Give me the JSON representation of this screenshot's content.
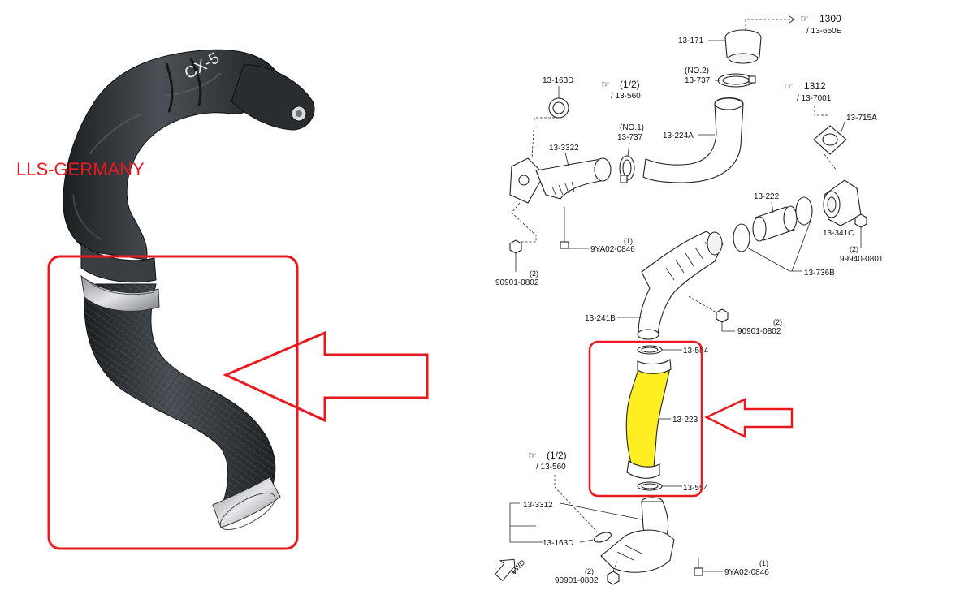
{
  "watermark": "LLS-GERMANY",
  "callouts": {
    "c1300": "1300",
    "c13650e": "/ 13-650E",
    "c1312": "1312",
    "c137001": "/ 13-7001",
    "c12a": "(1/2)",
    "c13560a": "/ 13-560",
    "c12b": "(1/2)",
    "c13560b": "/ 13-560"
  },
  "parts": {
    "p13171": "13-171",
    "p13737no2_a": "(NO.2)",
    "p13737no2_b": "13-737",
    "p13163d_top": "13-163D",
    "p13737no1_a": "(NO.1)",
    "p13737no1_b": "13-737",
    "p13224a": "13-224A",
    "p13715a": "13-715A",
    "p133322": "13-3322",
    "p13222": "13-222",
    "p13341c": "13-341C",
    "p99940_q": "(2)",
    "p99940": "99940-0801",
    "p9ya_q_top": "(1)",
    "p9ya_top": "9YA02-0846",
    "p90901_q_left": "(2)",
    "p90901_left": "90901-0802",
    "p13736b": "13-736B",
    "p13241b": "13-241B",
    "p90901_q_mid": "(2)",
    "p90901_mid": "90901-0802",
    "p13554_top": "13-554",
    "p13223": "13-223",
    "p13554_bot": "13-554",
    "p133312": "13-3312",
    "p13163d_bot": "13-163D",
    "fwd": "FWD",
    "p9ya_q_bot": "(1)",
    "p9ya_bot": "9YA02-0846",
    "p90901_q_bot": "(2)",
    "p90901_bot": "90901-0802"
  },
  "photo_marking": "CX-5",
  "colors": {
    "highlight_red": "#e8191f",
    "highlight_yellow": "#ffee22",
    "hose_dark": "#2f3336",
    "clamp_silver": "#c9ccd0"
  }
}
